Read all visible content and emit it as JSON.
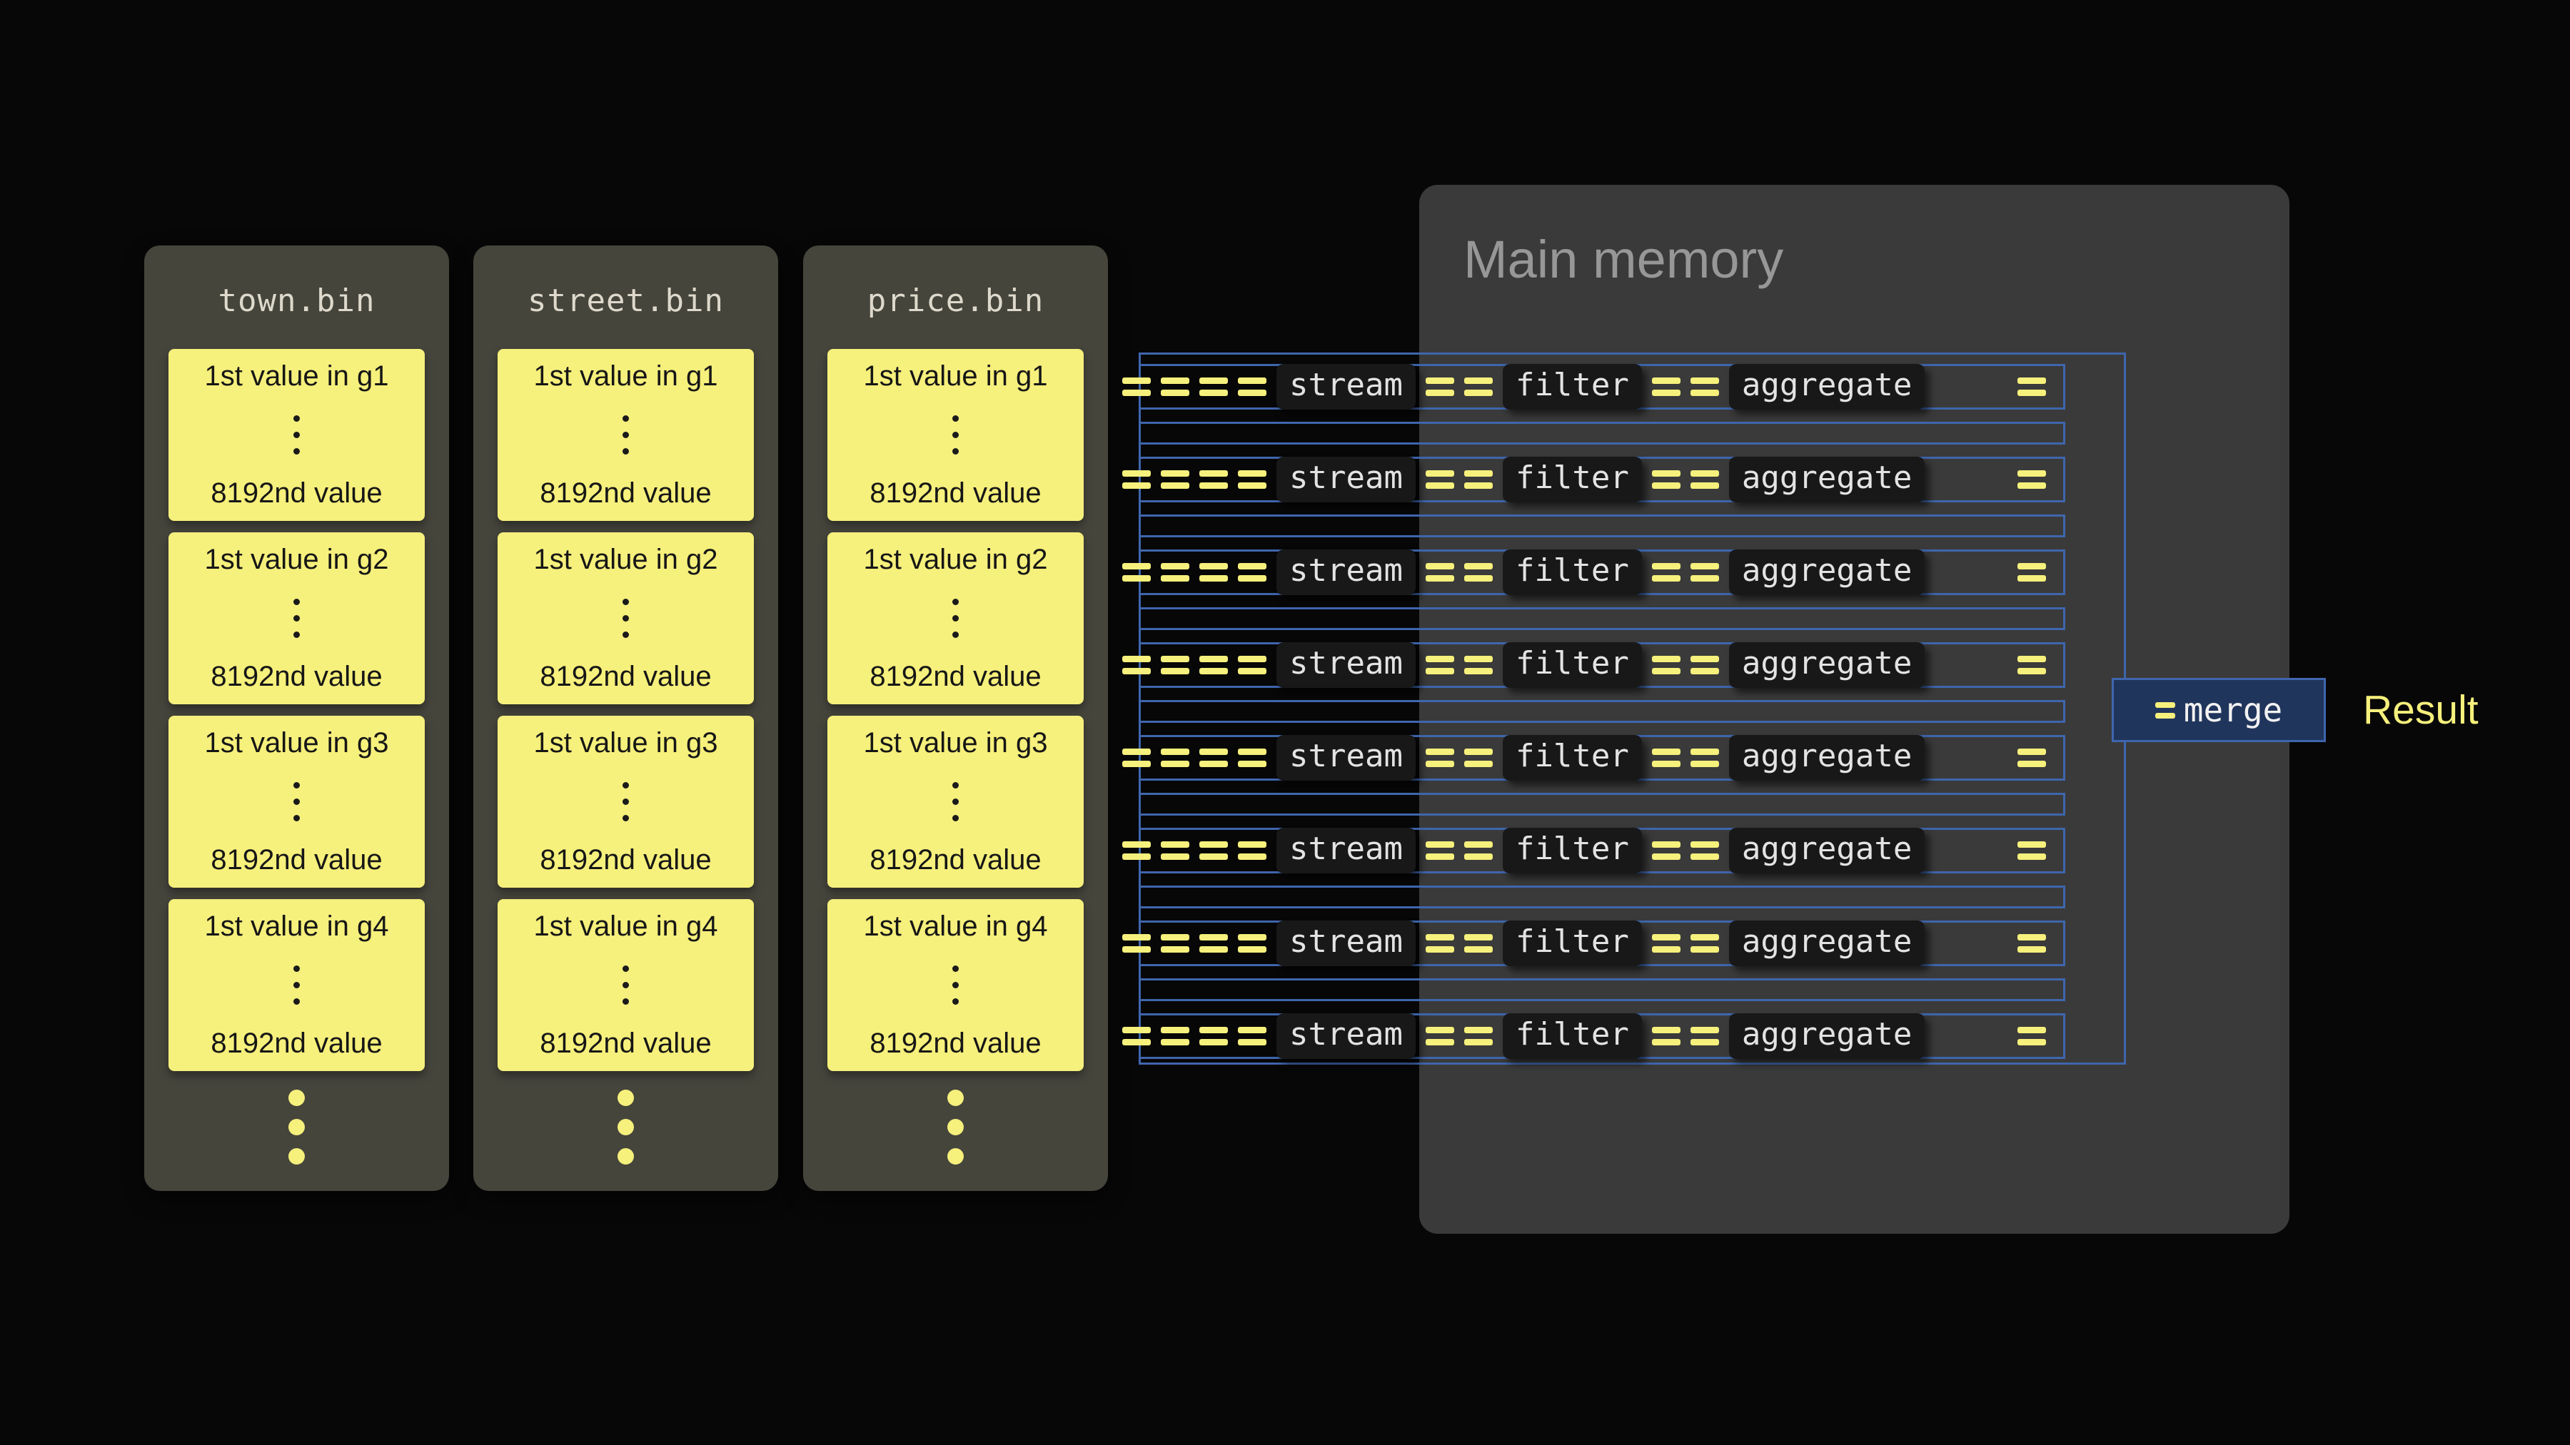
{
  "colors": {
    "background": "#070707",
    "yellow_accent": "#f6f07c",
    "blue_accent": "#3f66ad",
    "file_panel": "#45453c",
    "memory_panel": "#3a3a3a",
    "stage_box": "#181818",
    "merge_fill": "#20355c"
  },
  "files": [
    {
      "name": "town.bin",
      "groups": [
        {
          "top": "1st value in g1",
          "bottom": "8192nd value"
        },
        {
          "top": "1st value in g2",
          "bottom": "8192nd value"
        },
        {
          "top": "1st value in g3",
          "bottom": "8192nd value"
        },
        {
          "top": "1st value in g4",
          "bottom": "8192nd value"
        }
      ]
    },
    {
      "name": "street.bin",
      "groups": [
        {
          "top": "1st value in g1",
          "bottom": "8192nd value"
        },
        {
          "top": "1st value in g2",
          "bottom": "8192nd value"
        },
        {
          "top": "1st value in g3",
          "bottom": "8192nd value"
        },
        {
          "top": "1st value in g4",
          "bottom": "8192nd value"
        }
      ]
    },
    {
      "name": "price.bin",
      "groups": [
        {
          "top": "1st value in g1",
          "bottom": "8192nd value"
        },
        {
          "top": "1st value in g2",
          "bottom": "8192nd value"
        },
        {
          "top": "1st value in g3",
          "bottom": "8192nd value"
        },
        {
          "top": "1st value in g4",
          "bottom": "8192nd value"
        }
      ]
    }
  ],
  "memory": {
    "title": "Main memory"
  },
  "pipeline": {
    "rows": 8,
    "stream": "stream",
    "filter": "filter",
    "aggregate": "aggregate"
  },
  "merge": {
    "label": "merge"
  },
  "result": {
    "label": "Result"
  }
}
